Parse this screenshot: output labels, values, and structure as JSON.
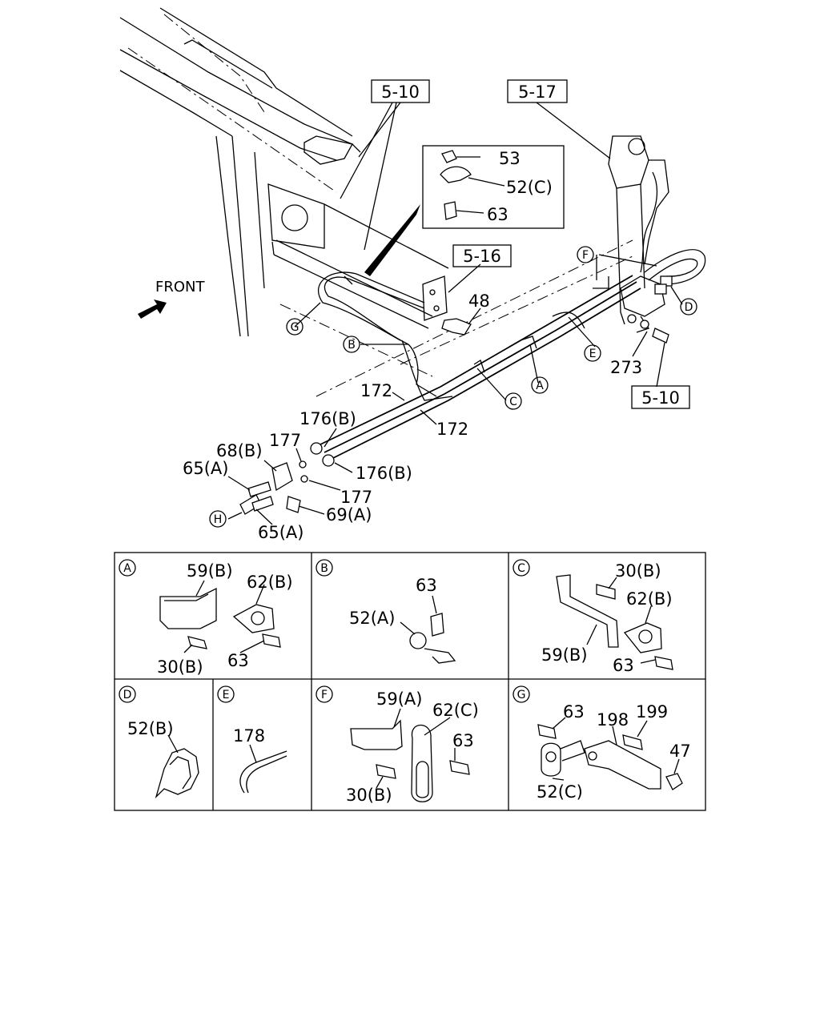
{
  "front_label": "FRONT",
  "refs": {
    "r510_top": "5-10",
    "r517": "5-17",
    "r516": "5-16",
    "r510_bottom": "5-10"
  },
  "inset": {
    "p53": "53",
    "p52c": "52(C)",
    "p63": "63"
  },
  "main_labels": {
    "p48": "48",
    "p273": "273",
    "p172a": "172",
    "p172b": "172",
    "p176b_1": "176(B)",
    "p176b_2": "176(B)",
    "p177_1": "177",
    "p177_2": "177",
    "p68b": "68(B)",
    "p65a_1": "65(A)",
    "p65a_2": "65(A)",
    "p69a": "69(A)"
  },
  "callouts": {
    "A": "A",
    "B": "B",
    "C": "C",
    "D": "D",
    "E": "E",
    "F": "F",
    "G": "G",
    "H": "H"
  },
  "details": {
    "A": {
      "id": "A",
      "l1": "59(B)",
      "l2": "62(B)",
      "l3": "30(B)",
      "l4": "63"
    },
    "B": {
      "id": "B",
      "l1": "63",
      "l2": "52(A)"
    },
    "C": {
      "id": "C",
      "l1": "30(B)",
      "l2": "62(B)",
      "l3": "59(B)",
      "l4": "63"
    },
    "D": {
      "id": "D",
      "l1": "52(B)"
    },
    "E": {
      "id": "E",
      "l1": "178"
    },
    "F": {
      "id": "F",
      "l1": "59(A)",
      "l2": "62(C)",
      "l3": "63",
      "l4": "30(B)"
    },
    "G": {
      "id": "G",
      "l1": "63",
      "l2": "198",
      "l3": "199",
      "l4": "47",
      "l5": "52(C)"
    }
  }
}
